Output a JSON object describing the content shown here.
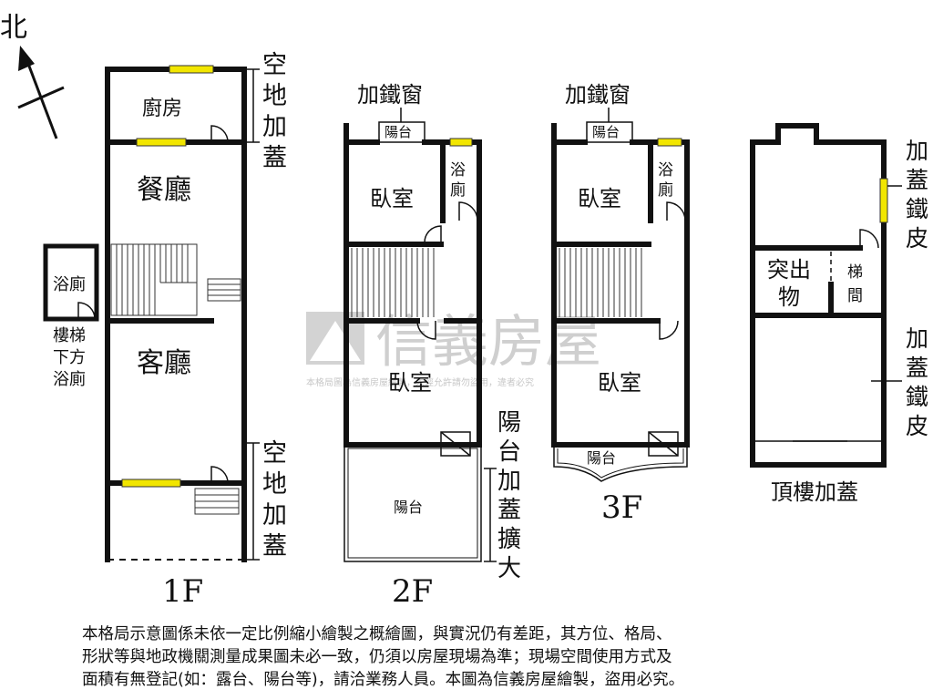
{
  "compass": {
    "north_label": "北"
  },
  "floor_1": {
    "floor_label": "1F",
    "rooms": {
      "kitchen": "廚房",
      "dining": "餐廳",
      "living": "客廳",
      "bath": "浴廁"
    },
    "notes": {
      "stair_bath": [
        "樓梯",
        "下方",
        "浴廁"
      ],
      "top_vacant": [
        "空",
        "地",
        "加",
        "蓋"
      ],
      "bottom_vacant": [
        "空",
        "地",
        "加",
        "蓋"
      ]
    }
  },
  "floor_2": {
    "floor_label": "2F",
    "window_note": "加鐵窗",
    "rooms": {
      "balcony_top": "陽台",
      "bedroom_1": "臥室",
      "bath": [
        "浴",
        "廁"
      ],
      "bedroom_2": "臥室",
      "balcony_bottom": "陽台"
    },
    "notes": {
      "balcony_ext": [
        "陽",
        "台",
        "加",
        "蓋",
        "擴",
        "大"
      ]
    }
  },
  "floor_3": {
    "floor_label": "3F",
    "window_note": "加鐵窗",
    "rooms": {
      "balcony_top": "陽台",
      "bedroom_1": "臥室",
      "bath": [
        "浴",
        "廁"
      ],
      "bedroom_2": "臥室",
      "balcony_bottom": "陽台"
    }
  },
  "roof": {
    "floor_label": "頂樓加蓋",
    "rooms": {
      "protrusion": [
        "突出",
        "物"
      ],
      "stairwell": [
        "梯",
        "間"
      ]
    },
    "notes": {
      "iron_top": [
        "加",
        "蓋",
        "鐵",
        "皮"
      ],
      "iron_bottom": [
        "加",
        "蓋",
        "鐵",
        "皮"
      ]
    }
  },
  "watermark": {
    "brand": "信義房屋",
    "fine_print": "本格局圖為信義房屋繪製，未經允許請勿盜用，違者必究"
  },
  "disclaimer": [
    "本格局示意圖係未依一定比例縮小繪製之概繪圖，與實況仍有差距，其方位、格局、",
    "形狀等與地政機關測量成果圖未必一致，仍須以房屋現場為準；現場空間使用方式及",
    "面積有無登記(如：露台、陽台等)，請洽業務人員。本圖為信義房屋繪製，盜用必究。"
  ],
  "colors": {
    "wall": "#111111",
    "window": "#f2e600",
    "watermark": "#bdbdbd"
  }
}
